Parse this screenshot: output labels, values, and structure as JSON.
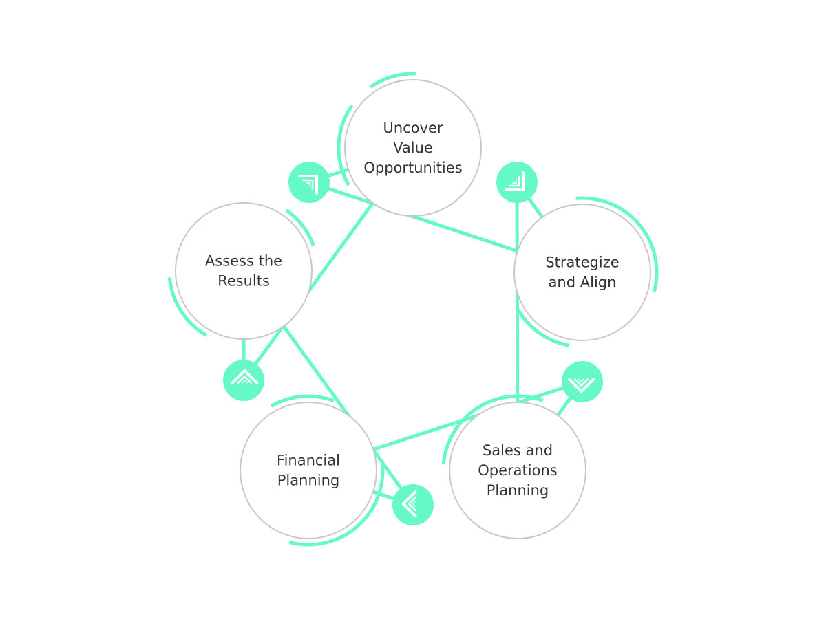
{
  "diagram": {
    "type": "cycle",
    "accent_color": "#66f8c8",
    "circle_stroke_color": "#c8c8c8",
    "text_color": "#333333",
    "nodes": [
      {
        "id": "uncover",
        "lines": [
          "Uncover",
          "Value",
          "Opportunities"
        ]
      },
      {
        "id": "strategize",
        "lines": [
          "Strategize",
          "and Align"
        ]
      },
      {
        "id": "sop",
        "lines": [
          "Sales and",
          "Operations",
          "Planning"
        ]
      },
      {
        "id": "financial",
        "lines": [
          "Financial",
          "Planning"
        ]
      },
      {
        "id": "assess",
        "lines": [
          "Assess the",
          "Results"
        ]
      }
    ],
    "connectors": [
      {
        "from": "uncover",
        "to": "strategize",
        "icon": "chevron-arrow-icon"
      },
      {
        "from": "strategize",
        "to": "sop",
        "icon": "chevron-arrow-icon"
      },
      {
        "from": "sop",
        "to": "financial",
        "icon": "chevron-arrow-icon"
      },
      {
        "from": "financial",
        "to": "assess",
        "icon": "chevron-arrow-icon"
      },
      {
        "from": "assess",
        "to": "uncover",
        "icon": "chevron-arrow-icon"
      }
    ]
  }
}
